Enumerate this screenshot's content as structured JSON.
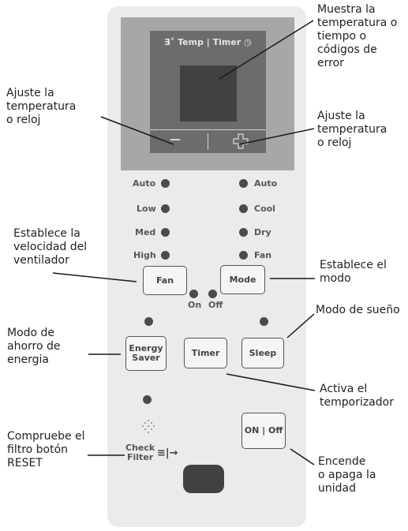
{
  "display": {
    "title": "Temp | Timer",
    "thermo_icon": "thermometer-icon",
    "clock_icon": "clock-icon"
  },
  "fan_speeds": [
    "Auto",
    "Low",
    "Med",
    "High"
  ],
  "modes": [
    "Auto",
    "Cool",
    "Dry",
    "Fan"
  ],
  "buttons": {
    "fan": "Fan",
    "mode": "Mode",
    "energy_saver_line1": "Energy",
    "energy_saver_line2": "Saver",
    "timer": "Timer",
    "sleep": "Sleep",
    "power": "ON | Off",
    "timer_on": "On",
    "timer_off": "Off",
    "check_filter_line1": "Check",
    "check_filter_line2": "Filter"
  },
  "annotations": {
    "display": "Muestra la\ntemperatura o\ntiempo o\ncódigos de\nerror",
    "minus": "Ajuste la\ntemperatura\no reloj",
    "plus": "Ajuste la\ntemperatura\no reloj",
    "fan": "Establece la\nvelocidad del\nventilador",
    "mode": "Establece el\nmodo",
    "energy": "Modo de\nahorro de\nenergia",
    "sleep": "Modo de sueño",
    "timer": "Activa el\ntemporizador",
    "filter": "Compruebe el\nfiltro botón\nRESET",
    "power": "Encende\no apaga la\nunidad"
  }
}
